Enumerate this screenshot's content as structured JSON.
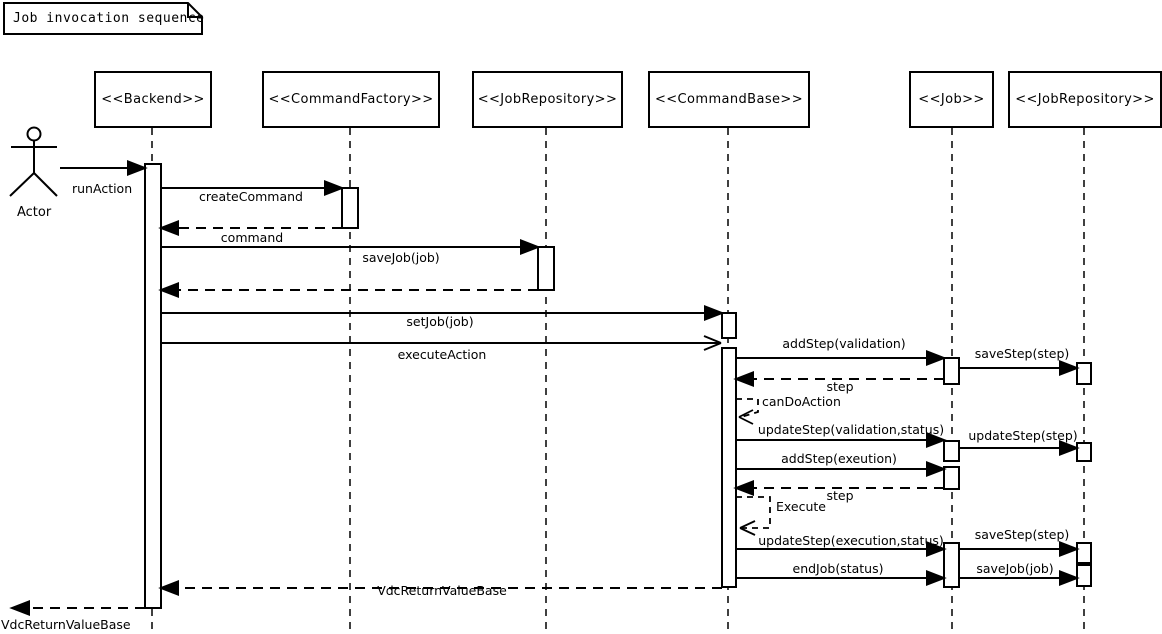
{
  "note": {
    "title": "Job invocation sequence"
  },
  "actor": {
    "label": "Actor"
  },
  "lifelines": [
    {
      "name": "<<Backend>>"
    },
    {
      "name": "<<CommandFactory>>"
    },
    {
      "name": "<<JobRepository>>"
    },
    {
      "name": "<<CommandBase>>"
    },
    {
      "name": "<<Job>>"
    },
    {
      "name": "<<JobRepository>>"
    }
  ],
  "messages": {
    "run_action": "runAction",
    "create_command": "createCommand",
    "command_return": "command",
    "save_job": "saveJob(job)",
    "set_job": "setJob(job)",
    "execute_action": "executeAction",
    "add_step_validation": "addStep(validation)",
    "save_step_1": "saveStep(step)",
    "step_return_1": "step",
    "can_do_action": "canDoAction",
    "update_step_validation": "updateStep(validation,status)",
    "update_step_step": "updateStep(step)",
    "add_step_execution": "addStep(exeution)",
    "step_return_2": "step",
    "execute": "Execute",
    "update_step_execution": "updateStep(execution,status)",
    "save_step_2": "saveStep(step)",
    "end_job": "endJob(status)",
    "save_job_2": "saveJob(job)",
    "vdc_return_1": "VdcReturnValueBase",
    "vdc_return_2": "VdcReturnValueBase"
  },
  "colors": {
    "line": "#000000",
    "background": "#ffffff"
  }
}
